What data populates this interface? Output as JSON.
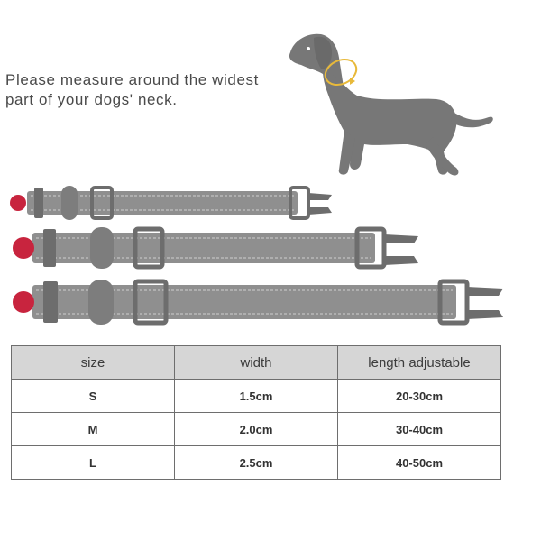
{
  "instruction": {
    "line1": "Please measure around the widest",
    "line2": "part of your dogs' neck."
  },
  "illustration": {
    "dog_icon": "dog-silhouette-icon",
    "measure_marker_icon": "measuring-loop-icon",
    "collar_count": 3
  },
  "colors": {
    "dog": "#777777",
    "measure_loop": "#e8b93a",
    "collar_strap": "#8f8f8f",
    "collar_buckle": "#6d6d6d",
    "collar_tag": "#c8243e",
    "table_header": "#d6d6d6",
    "table_border": "#6e6e6e"
  },
  "size_table": {
    "headers": [
      "size",
      "width",
      "length adjustable"
    ],
    "rows": [
      [
        "S",
        "1.5cm",
        "20-30cm"
      ],
      [
        "M",
        "2.0cm",
        "30-40cm"
      ],
      [
        "L",
        "2.5cm",
        "40-50cm"
      ]
    ]
  }
}
